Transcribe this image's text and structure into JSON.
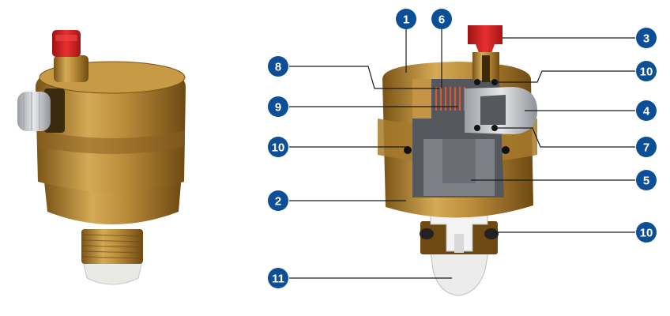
{
  "colors": {
    "badge": "#0d4f96",
    "brass": "#b98a3a",
    "brass_dark": "#7a5416",
    "brass_light": "#e2bf6e",
    "cap_red": "#d42020",
    "plastic_grey": "#8a8d92",
    "cavity_dark": "#5c5f64",
    "white_part": "#eeeeee"
  },
  "callouts": [
    {
      "id": "c1",
      "number": "1"
    },
    {
      "id": "c2",
      "number": "2"
    },
    {
      "id": "c3",
      "number": "3"
    },
    {
      "id": "c4",
      "number": "4"
    },
    {
      "id": "c5",
      "number": "5"
    },
    {
      "id": "c6",
      "number": "6"
    },
    {
      "id": "c7",
      "number": "7"
    },
    {
      "id": "c8",
      "number": "8"
    },
    {
      "id": "c9",
      "number": "9"
    },
    {
      "id": "c10a",
      "number": "10"
    },
    {
      "id": "c10b",
      "number": "10"
    },
    {
      "id": "c10c",
      "number": "10"
    },
    {
      "id": "c11",
      "number": "11"
    }
  ]
}
